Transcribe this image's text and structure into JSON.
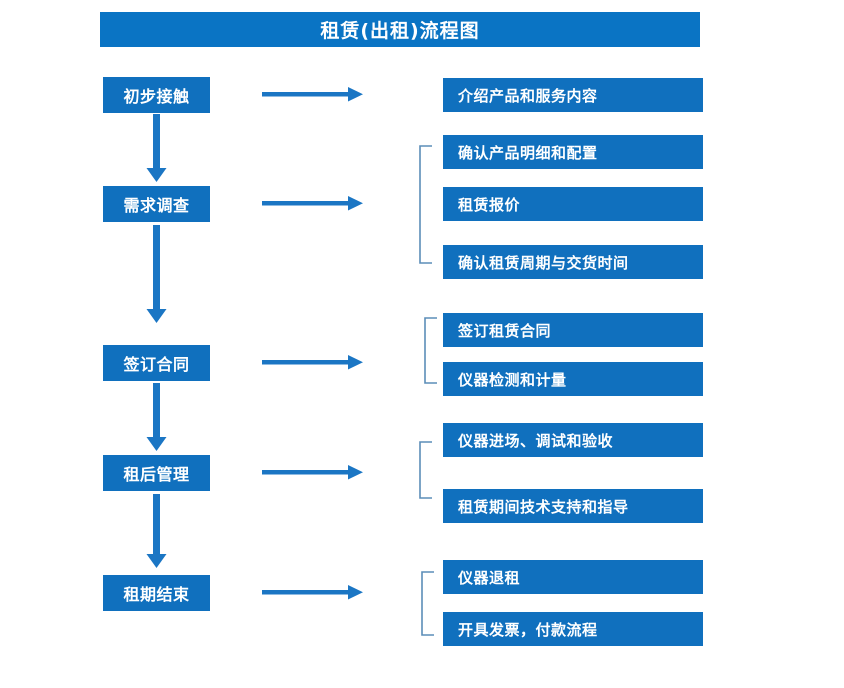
{
  "title": "租赁(出租)流程图",
  "colors": {
    "title_bar": "#0a74c4",
    "box": "#1070be",
    "arrow": "#1b76c4",
    "bracket": "#5b8db8",
    "text": "#ffffff",
    "background": "#ffffff"
  },
  "stages": [
    {
      "id": "initial-contact",
      "label": "初步接触"
    },
    {
      "id": "demand-survey",
      "label": "需求调查"
    },
    {
      "id": "sign-contract",
      "label": "签订合同"
    },
    {
      "id": "post-rental-management",
      "label": "租后管理"
    },
    {
      "id": "rental-period-end",
      "label": "租期结束"
    }
  ],
  "details": [
    {
      "id": "introduce-products",
      "label": "介绍产品和服务内容",
      "stage": "initial-contact"
    },
    {
      "id": "confirm-product-spec",
      "label": "确认产品明细和配置",
      "stage": "demand-survey"
    },
    {
      "id": "rental-quotation",
      "label": "租赁报价",
      "stage": "demand-survey"
    },
    {
      "id": "confirm-period-delivery",
      "label": "确认租赁周期与交货时间",
      "stage": "demand-survey"
    },
    {
      "id": "sign-rental-contract",
      "label": "签订租赁合同",
      "stage": "sign-contract"
    },
    {
      "id": "instrument-inspection",
      "label": "仪器检测和计量",
      "stage": "sign-contract"
    },
    {
      "id": "instrument-entry-commission",
      "label": "仪器进场、调试和验收",
      "stage": "post-rental-management"
    },
    {
      "id": "technical-support",
      "label": "租赁期间技术支持和指导",
      "stage": "post-rental-management"
    },
    {
      "id": "instrument-return",
      "label": "仪器退租",
      "stage": "rental-period-end"
    },
    {
      "id": "invoice-payment",
      "label": "开具发票，付款流程",
      "stage": "rental-period-end"
    }
  ],
  "connectors": {
    "vertical_arrows": 4,
    "horizontal_arrows": 5,
    "brackets": 4
  }
}
